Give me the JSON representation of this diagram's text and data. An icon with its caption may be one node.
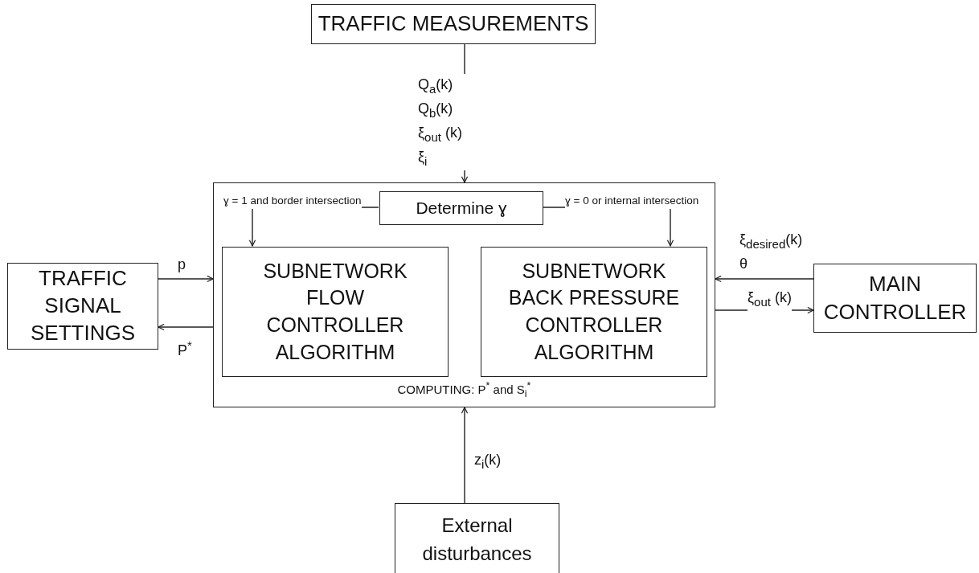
{
  "diagram": {
    "nodes": [
      {
        "text": [
          "TRAFFIC MEASUREMENTS"
        ]
      },
      {
        "text": [
          "COMPUTING: P$^{*}$ and  S$_{i}$$^{*}$"
        ]
      },
      {
        "text": [
          "Determine ɣ"
        ],
        "in": 1
      },
      {
        "text": [
          "SUBNETWORK FLOW CONTROLLER ALGORITHM"
        ],
        "in": 1
      },
      {
        "text": [
          "SUBNETWORK BACK PRESSURE CONTROLLER ALGORITHM"
        ],
        "in": 1
      },
      {
        "text": [
          "TRAFFIC SIGNAL SETTINGS"
        ]
      },
      {
        "text": [
          "MAIN CONTROLLER"
        ]
      },
      {
        "text": [
          "External disturbances"
        ]
      }
    ],
    "edges": [
      {
        "from": 0,
        "to": 1,
        "arrow": "to",
        "label": "Q$_{a}$(k) Q$_{b}$(k) ξ$_{out}$ (k) ξ$_{i}$"
      },
      {
        "from": 2,
        "to": 3,
        "arrow": "to",
        "label": "ɣ = 1 and border intersection"
      },
      {
        "from": 2,
        "to": 4,
        "arrow": "to",
        "label": "ɣ = 0 or internal intersection"
      },
      {
        "from": 5,
        "to": 1,
        "arrow": "to",
        "label": "p"
      },
      {
        "from": 1,
        "to": 5,
        "arrow": "to",
        "label": "P$^{*}$"
      },
      {
        "from": 6,
        "to": 1,
        "arrow": "to",
        "label": "ξ$_{desired}$(k) θ"
      },
      {
        "from": 1,
        "to": 6,
        "arrow": "to",
        "label": "ξ$_{out}$ (k)"
      },
      {
        "from": 7,
        "to": 1,
        "arrow": "to",
        "label": "z$_{i}$(k)"
      }
    ]
  }
}
